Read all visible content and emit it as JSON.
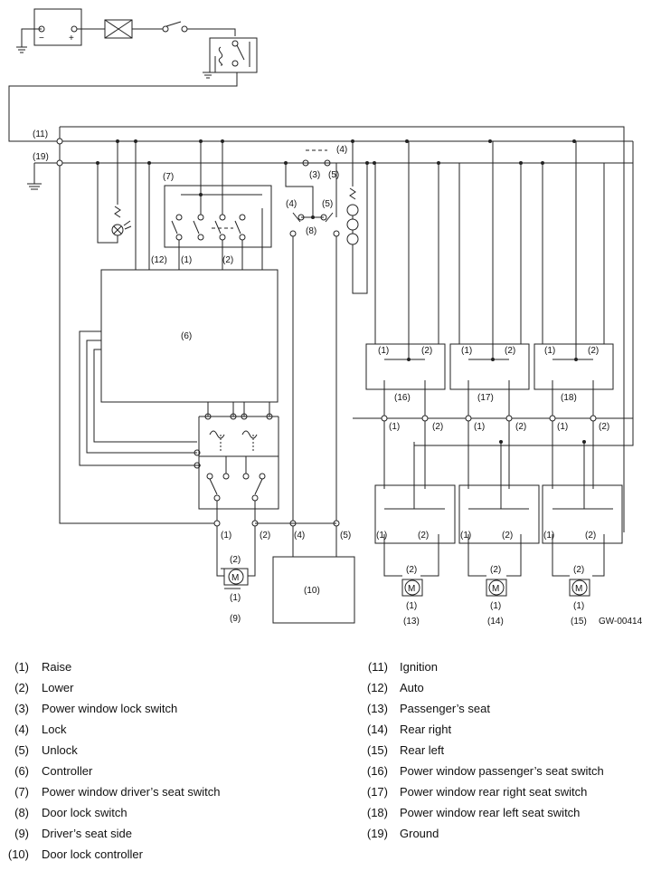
{
  "diagram": {
    "code": "GW-00414",
    "battery": {
      "minus": "−",
      "plus": "+"
    },
    "callouts": {
      "ignition": "(11)",
      "ground": "(19)",
      "lock_top": "(4)",
      "lock_sw": "(3)",
      "unlock_sw": "(5)",
      "lock_left": "(4)",
      "unlock_right": "(5)",
      "door_lock_switch": "(8)",
      "driver_switch": "(7)",
      "controller_pin": "(12)",
      "driver_raise": "(1)",
      "driver_lower": "(2)",
      "controller": "(6)",
      "door_lock_controller": "(10)",
      "bottom_raise": "(1)",
      "bottom_lower": "(2)",
      "bottom_lock": "(4)",
      "bottom_unlock": "(5)",
      "motor_driver": "(9)",
      "motor_passenger": "(13)",
      "motor_rear_right": "(14)",
      "motor_rear_left": "(15)",
      "switch_passenger": "(16)",
      "switch_rear_right": "(17)",
      "switch_rear_left": "(18)",
      "motor_letter": "M",
      "up": "(1)",
      "down": "(2)"
    }
  },
  "legend_left": [
    {
      "num": "(1)",
      "label": "Raise"
    },
    {
      "num": "(2)",
      "label": "Lower"
    },
    {
      "num": "(3)",
      "label": "Power window lock switch"
    },
    {
      "num": "(4)",
      "label": "Lock"
    },
    {
      "num": "(5)",
      "label": "Unlock"
    },
    {
      "num": "(6)",
      "label": "Controller"
    },
    {
      "num": "(7)",
      "label": "Power window driver’s seat switch"
    },
    {
      "num": "(8)",
      "label": "Door lock switch"
    },
    {
      "num": "(9)",
      "label": "Driver’s seat side"
    },
    {
      "num": "(10)",
      "label": "Door lock controller"
    }
  ],
  "legend_right": [
    {
      "num": "(11)",
      "label": "Ignition"
    },
    {
      "num": "(12)",
      "label": "Auto"
    },
    {
      "num": "(13)",
      "label": "Passenger’s seat"
    },
    {
      "num": "(14)",
      "label": "Rear right"
    },
    {
      "num": "(15)",
      "label": "Rear left"
    },
    {
      "num": "(16)",
      "label": "Power window passenger’s seat switch"
    },
    {
      "num": "(17)",
      "label": "Power window rear right seat switch"
    },
    {
      "num": "(18)",
      "label": "Power window rear left seat switch"
    },
    {
      "num": "(19)",
      "label": "Ground"
    }
  ]
}
